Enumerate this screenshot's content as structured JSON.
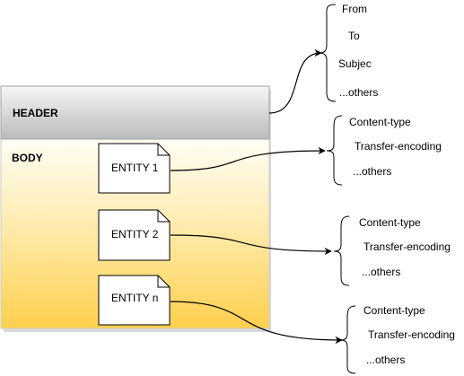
{
  "header_section": {
    "label": "HEADER",
    "fields": [
      "From",
      "To",
      "Subject",
      "...others"
    ]
  },
  "body_section": {
    "label": "BODY"
  },
  "entities": [
    {
      "label": "ENTITY 1",
      "fields": [
        "Content-type",
        "Transfer-encoding",
        "...others"
      ]
    },
    {
      "label": "ENTITY 2",
      "fields": [
        "Content-type",
        "Transfer-encoding",
        "...others"
      ]
    },
    {
      "label": "ENTITY n",
      "fields": [
        "Content-type",
        "Transfer-encoding",
        "...others"
      ]
    }
  ],
  "colors": {
    "header_top": "#f6f6f6",
    "header_bottom": "#bbbbbb",
    "body_top": "#fffdf5",
    "body_bottom": "#fdd04d",
    "stroke": "#000000"
  }
}
